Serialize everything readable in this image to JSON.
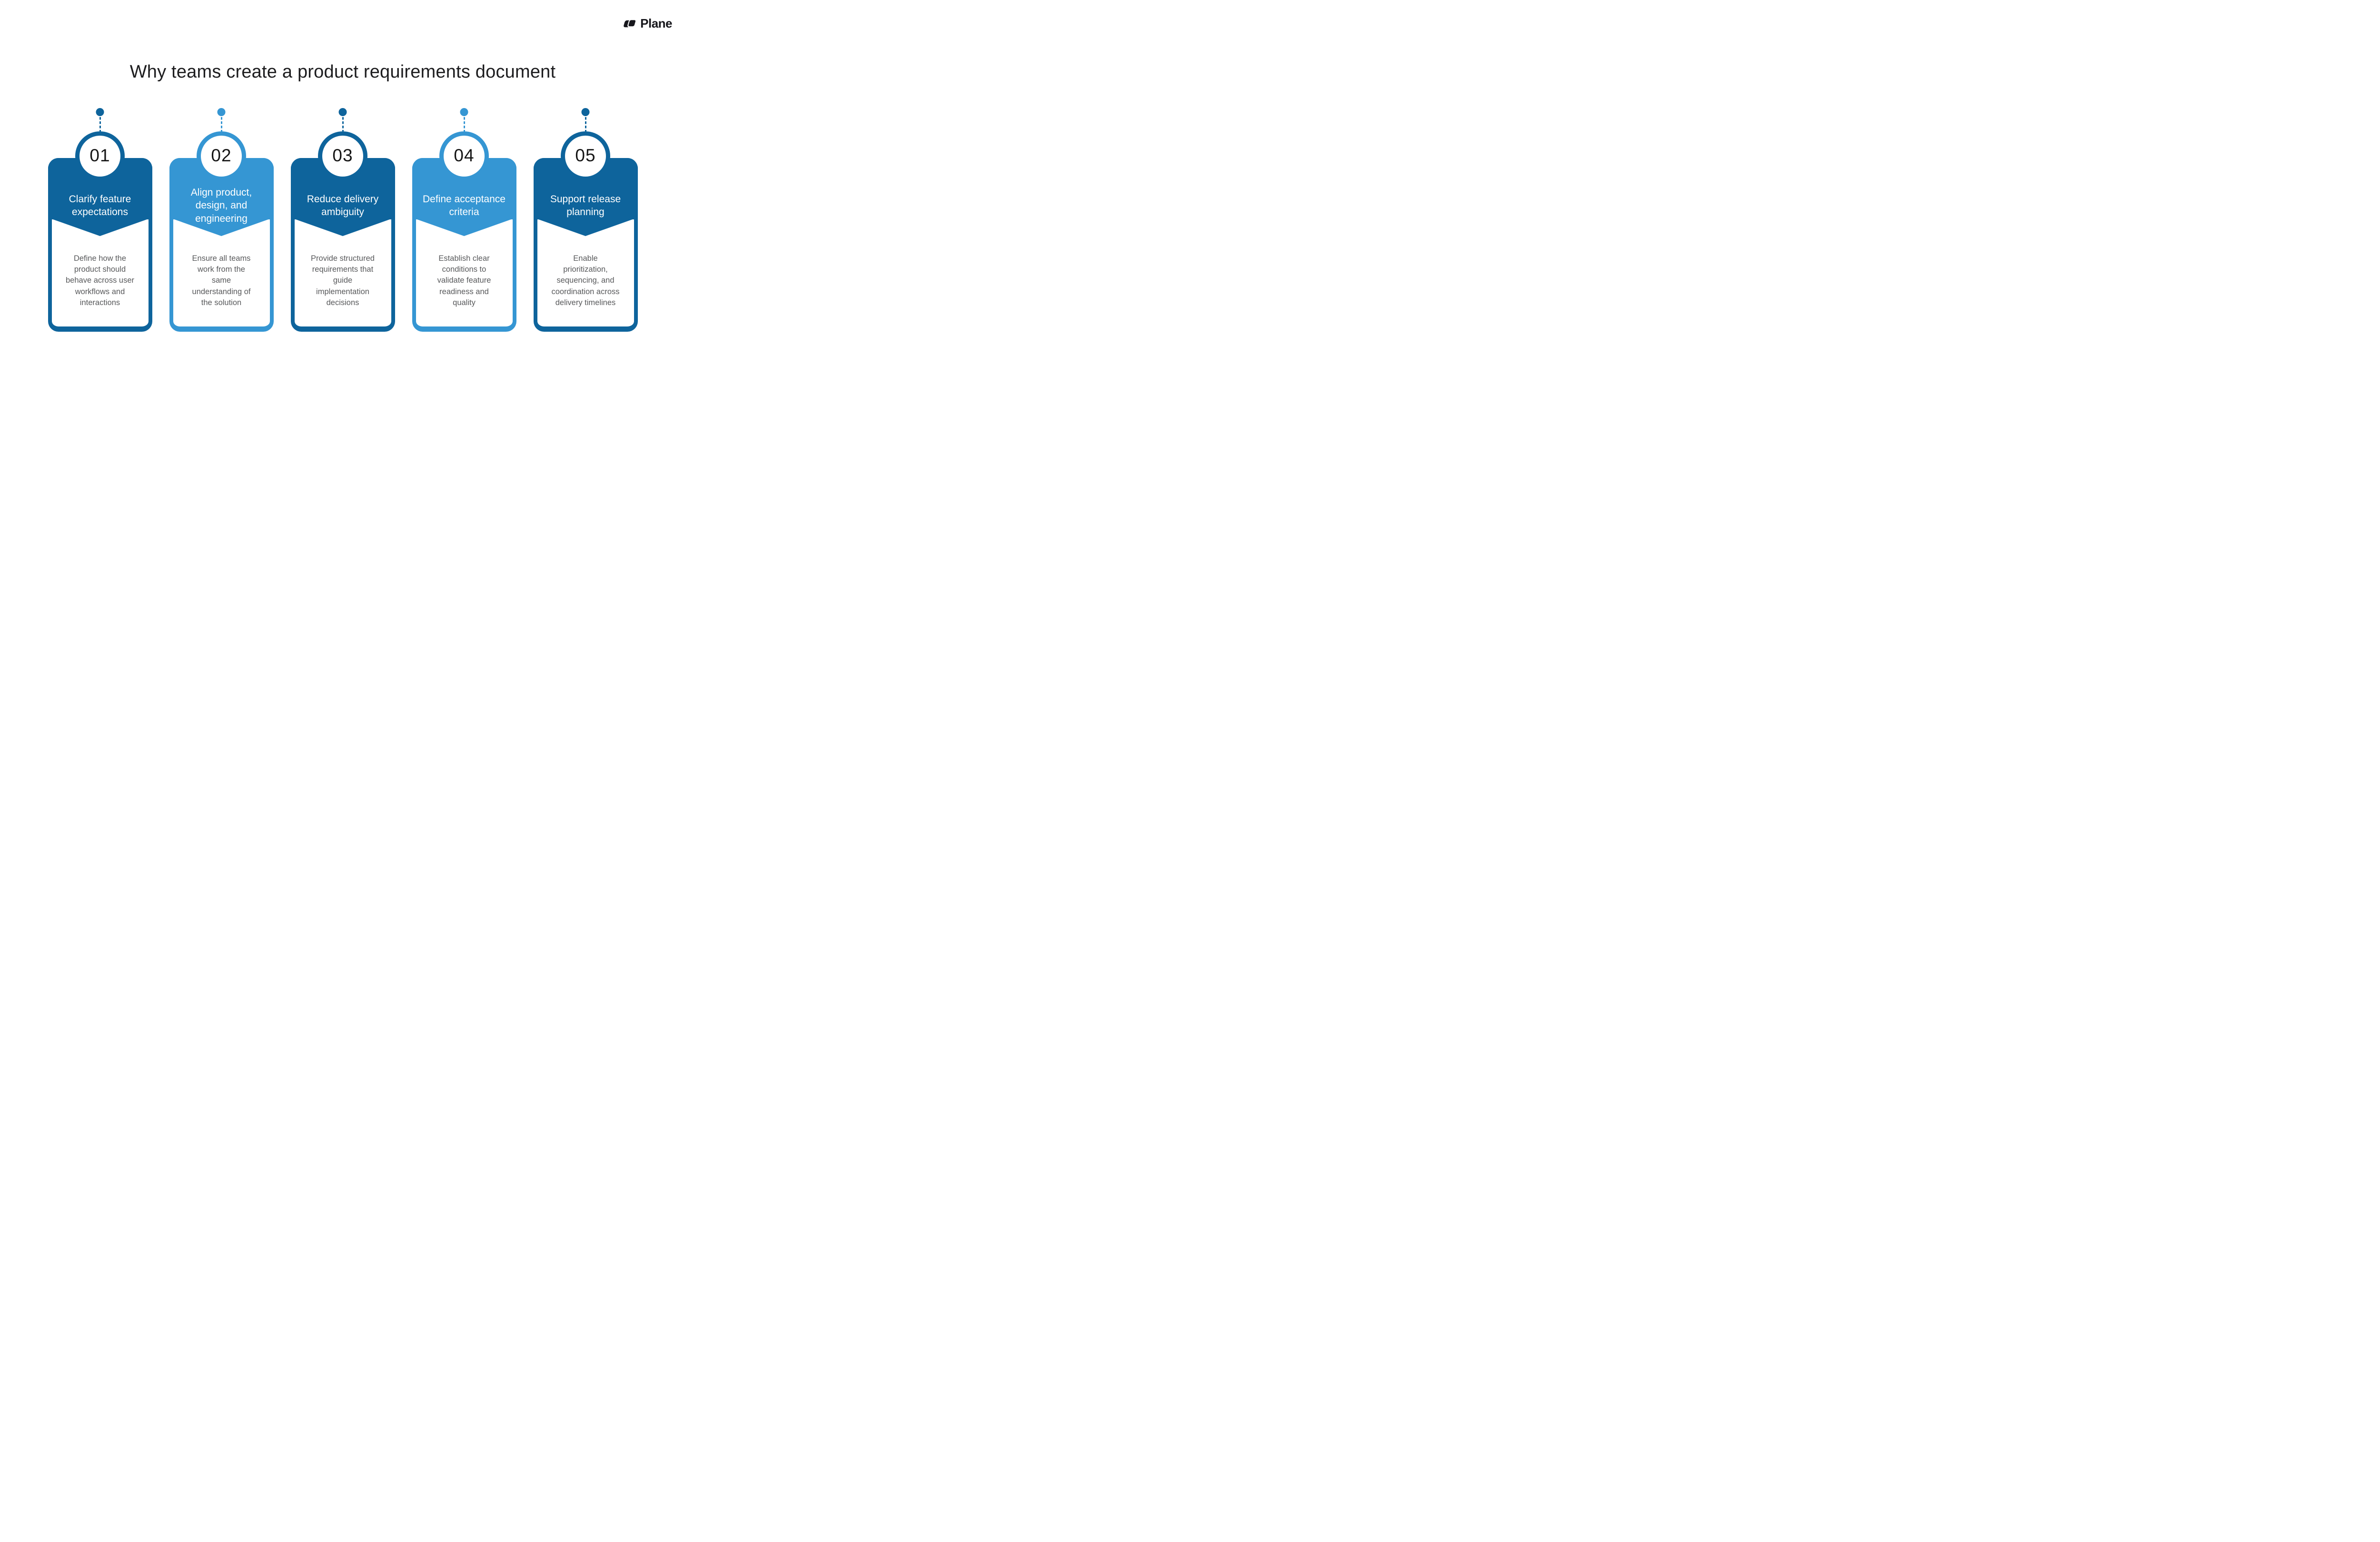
{
  "page": {
    "title": "Why teams create a product requirements document",
    "background": "#ffffff"
  },
  "brand": {
    "name": "Plane",
    "logo_icon": "plane-logo-mark",
    "color": "#17171c"
  },
  "colors": {
    "dark_blue": "#0e649c",
    "light_blue": "#3596d3",
    "heading_text": "#1d1d1f",
    "body_text": "#58595b",
    "number_text": "#161616",
    "card_background": "#ffffff"
  },
  "cards": [
    {
      "number": "01",
      "theme": "dark",
      "title": "Clarify feature\nexpectations",
      "description": "Define how the\nproduct should\nbehave across user\nworkflows and\ninteractions"
    },
    {
      "number": "02",
      "theme": "light",
      "title": "Align product,\ndesign, and\nengineering",
      "description": "Ensure all teams\nwork from the\nsame\nunderstanding of\nthe solution"
    },
    {
      "number": "03",
      "theme": "dark",
      "title": "Reduce delivery\nambiguity",
      "description": "Provide structured\nrequirements that\nguide\nimplementation\ndecisions"
    },
    {
      "number": "04",
      "theme": "light",
      "title": "Define acceptance\ncriteria",
      "description": "Establish clear\nconditions to\nvalidate feature\nreadiness and\nquality"
    },
    {
      "number": "05",
      "theme": "dark",
      "title": "Support release\nplanning",
      "description": "Enable\nprioritization,\nsequencing, and\ncoordination across\ndelivery timelines"
    }
  ]
}
